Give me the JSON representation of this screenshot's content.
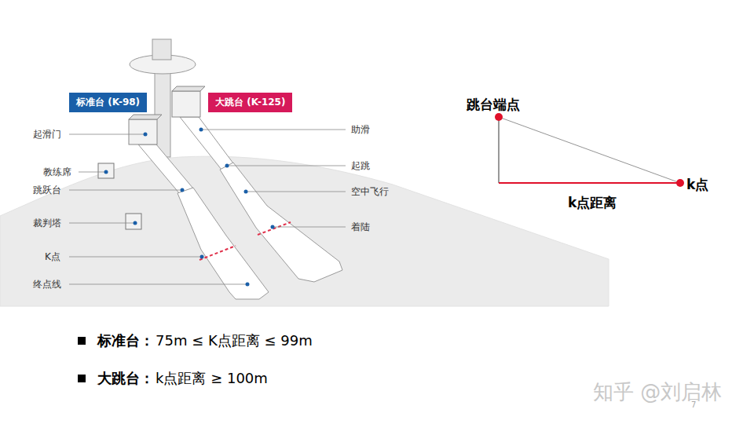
{
  "diagram": {
    "nodes": [
      {
        "text": [
          "标准台 (K-98)"
        ]
      },
      {
        "text": [
          "大跳台 (K-125)"
        ]
      }
    ],
    "edges": [],
    "labels": [
      "起滑门",
      "教练席",
      "跳跃台",
      "裁判塔",
      "K点",
      "终点线",
      "助滑",
      "起跳",
      "空中飞行",
      "着陆",
      "跳台端点",
      "k点",
      "k点距离",
      "标准台：",
      "75m ≤ K点距离 ≤ 99m",
      "大跳台：",
      "k点距离 ≥ 100m",
      "知乎 @刘启林",
      "7"
    ]
  }
}
